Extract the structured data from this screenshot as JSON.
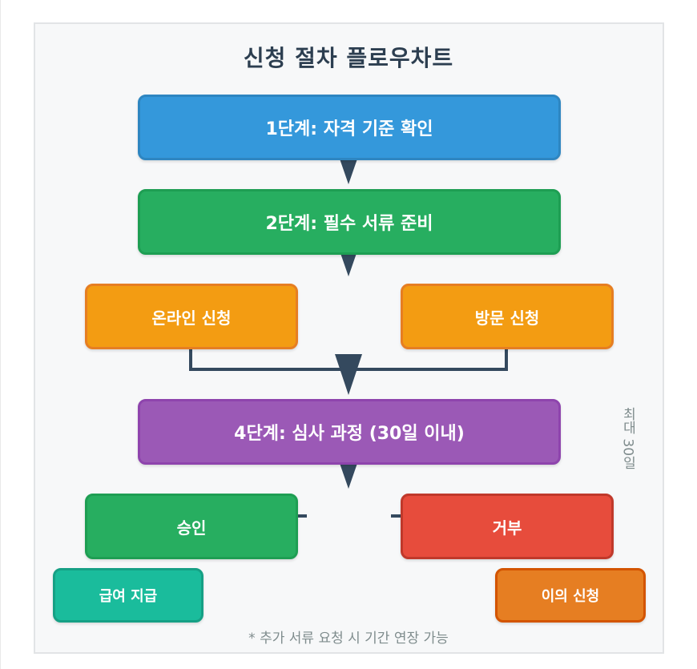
{
  "title": "신청 절차 플로우차트",
  "steps": {
    "step1": "1단계: 자격 기준 확인",
    "step2": "2단계: 필수 서류 준비",
    "online": "온라인 신청",
    "visit": "방문 신청",
    "step4": "4단계: 심사 과정 (30일 이내)",
    "approve": "승인",
    "reject": "거부",
    "payment": "급여 지급",
    "appeal": "이의 신청"
  },
  "side_note": "최대 30일",
  "footnote": "* 추가 서류 요청 시 기간 연장 가능",
  "colors": {
    "blue": "#3498db",
    "green": "#27ae60",
    "orange": "#f39c12",
    "purple": "#9b59b6",
    "red": "#e74c3c",
    "teal": "#1abc9c",
    "dark_orange": "#e67e22",
    "connector": "#34495e",
    "title_text": "#2c3e50"
  }
}
